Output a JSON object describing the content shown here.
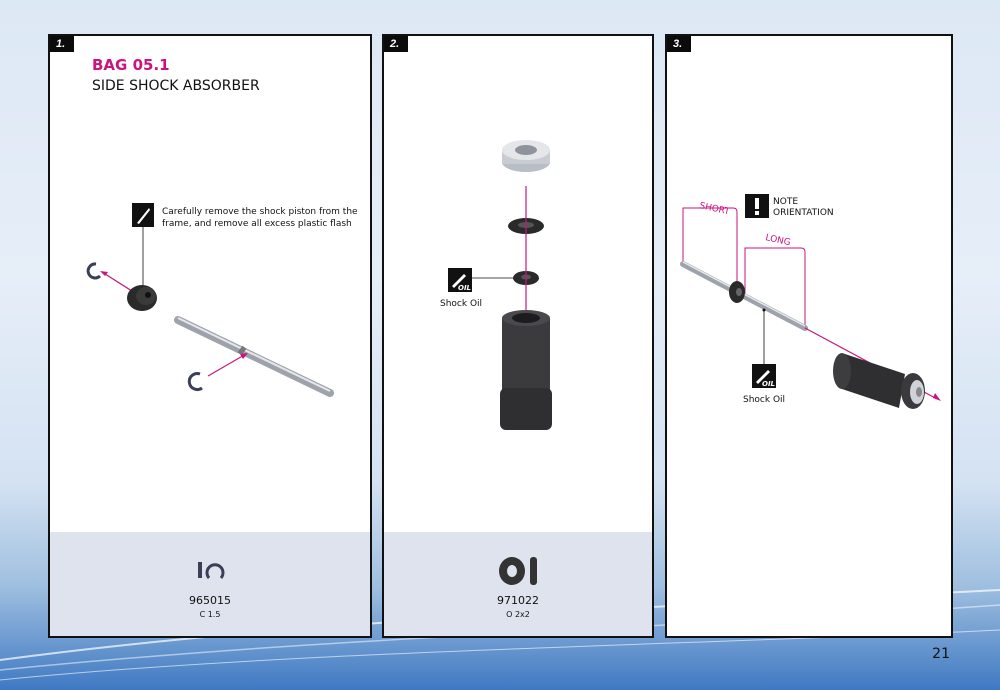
{
  "steps": [
    "1.",
    "2.",
    "3."
  ],
  "step1": {
    "bag": "BAG 05.1",
    "title": "SIDE SHOCK ABSORBER",
    "instruction_line1": "Carefully remove the shock piston from the",
    "instruction_line2": "frame, and remove all excess plastic flash",
    "part_number": "965015",
    "part_desc": "C 1.5"
  },
  "step2": {
    "oil_icon_text": "OIL",
    "oil_label": "Shock Oil",
    "part_number": "971022",
    "part_desc": "O 2x2"
  },
  "step3": {
    "note_line1": "NOTE",
    "note_line2": "ORIENTATION",
    "short_label": "SHORT",
    "long_label": "LONG",
    "oil_icon_text": "OIL",
    "oil_label": "Shock Oil"
  },
  "page_number": "21",
  "colors": {
    "accent": "#c8157f",
    "panel_border": "#111111",
    "parts_bg": "#dfe3ee"
  },
  "icons": [
    "knife-icon",
    "oil-icon",
    "note-exclamation-icon",
    "clip-icon",
    "o-ring-icon"
  ]
}
